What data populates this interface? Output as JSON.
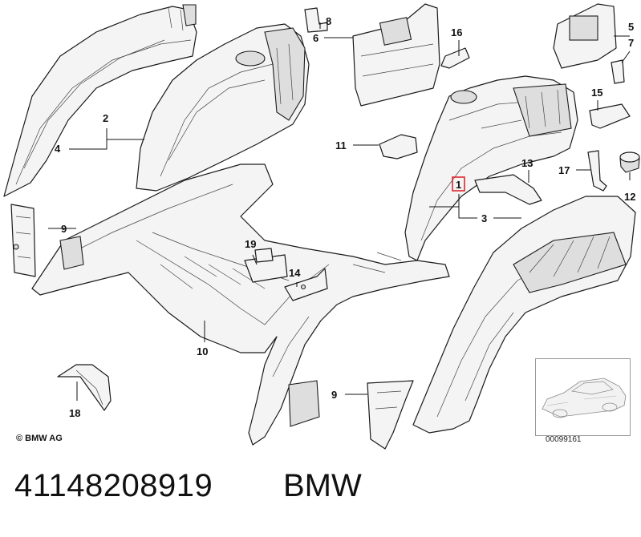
{
  "callouts": {
    "c1": "1",
    "c2": "2",
    "c3": "3",
    "c4": "4",
    "c5": "5",
    "c6": "6",
    "c7": "7",
    "c8": "8",
    "c9a": "9",
    "c9b": "9",
    "c10": "10",
    "c11": "11",
    "c12": "12",
    "c13": "13",
    "c14": "14",
    "c15": "15",
    "c16": "16",
    "c17": "17",
    "c18": "18",
    "c19": "19"
  },
  "highlighted_callout": "1",
  "highlight_color": "#e0262b",
  "copyright": "© BMW AG",
  "thumbnail_id": "00099161",
  "part_number": "41148208919",
  "brand": "BMW"
}
